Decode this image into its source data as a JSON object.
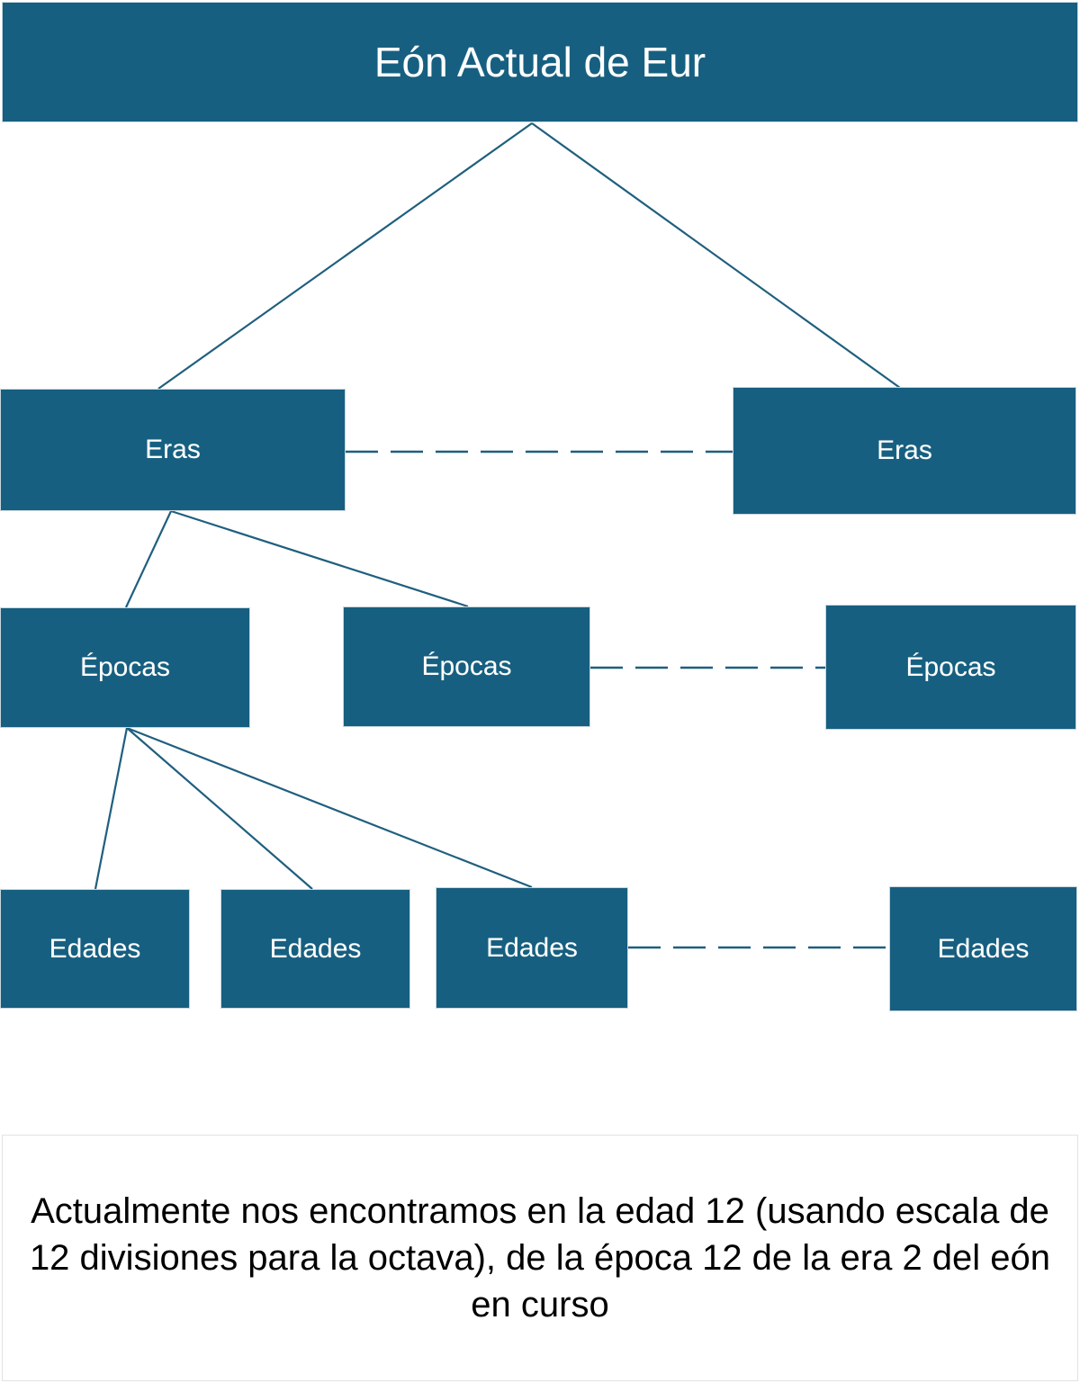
{
  "colors": {
    "node_fill": "#165F80",
    "node_text": "#FFFFFF",
    "connector": "#1F5F7E",
    "node_border": "#C9D6DD",
    "caption_border": "#E2E2E2",
    "caption_text": "#000000",
    "background": "#FFFFFF"
  },
  "diagram": {
    "root": {
      "label": "Eón Actual de Eur"
    },
    "tiers": [
      {
        "name": "eras",
        "nodes": [
          {
            "label": "Eras"
          },
          {
            "label": "Eras"
          }
        ]
      },
      {
        "name": "epocas",
        "nodes": [
          {
            "label": "Épocas"
          },
          {
            "label": "Épocas"
          },
          {
            "label": "Épocas"
          }
        ]
      },
      {
        "name": "edades",
        "nodes": [
          {
            "label": "Edades"
          },
          {
            "label": "Edades"
          },
          {
            "label": "Edades"
          },
          {
            "label": "Edades"
          }
        ]
      }
    ]
  },
  "caption": {
    "text": "Actualmente nos encontramos en la edad 12 (usando escala de 12 divisiones para la octava), de la época 12 de la era 2 del eón en curso"
  }
}
